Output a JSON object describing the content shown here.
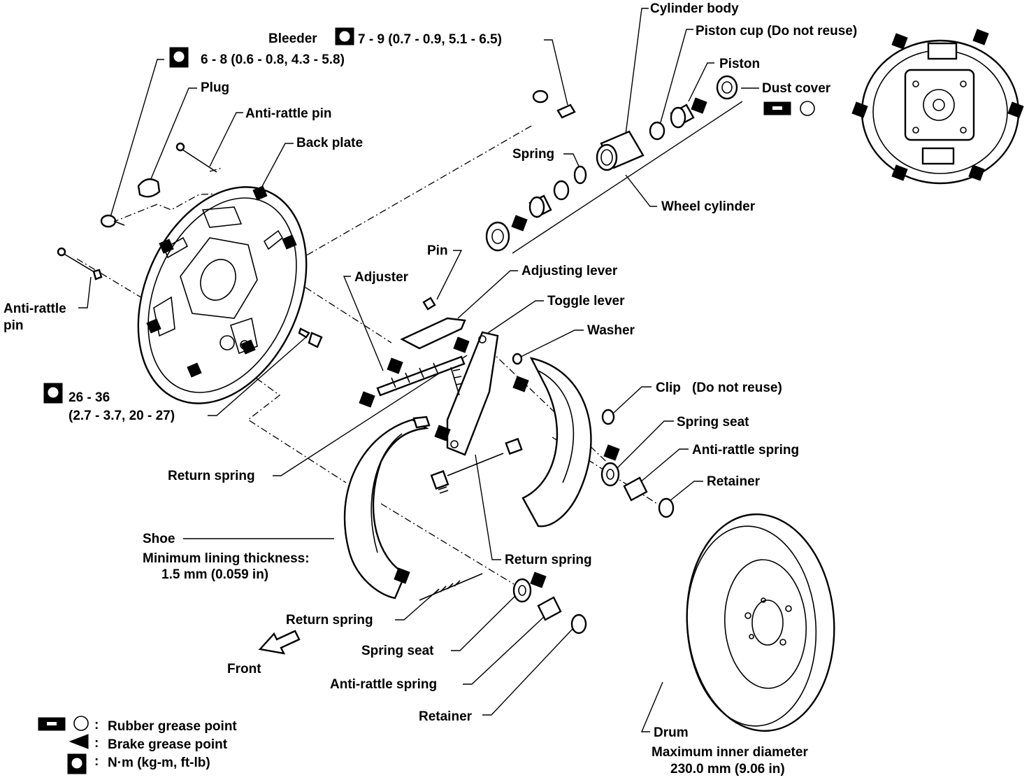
{
  "labels": {
    "cylinder_body": "Cylinder body",
    "bleeder": "Bleeder",
    "bleeder_torque": "7 - 9 (0.7 - 0.9, 5.1 - 6.5)",
    "piston_cup": "Piston cup (Do not reuse)",
    "piston": "Piston",
    "dust_cover": "Dust cover",
    "bolt_torque": "6 - 8 (0.6 - 0.8, 4.3 - 5.8)",
    "plug": "Plug",
    "anti_rattle_pin_top": "Anti-rattle pin",
    "back_plate": "Back plate",
    "spring": "Spring",
    "wheel_cylinder": "Wheel cylinder",
    "pin": "Pin",
    "adjusting_lever": "Adjusting lever",
    "adjuster": "Adjuster",
    "toggle_lever": "Toggle lever",
    "anti_rattle_pin_left_1": "Anti-rattle",
    "anti_rattle_pin_left_2": "pin",
    "washer": "Washer",
    "clip": "Clip",
    "clip_note": "(Do not reuse)",
    "mount_torque_1": "26 - 36",
    "mount_torque_2": "(2.7 - 3.7, 20 - 27)",
    "spring_seat_right": "Spring seat",
    "anti_rattle_spring_right": "Anti-rattle spring",
    "return_spring_upper": "Return spring",
    "retainer_right": "Retainer",
    "shoe": "Shoe",
    "min_lining_1": "Minimum lining thickness:",
    "min_lining_2": "1.5 mm (0.059 in)",
    "return_spring_middle": "Return spring",
    "return_spring_lower": "Return spring",
    "spring_seat_lower": "Spring seat",
    "front": "Front",
    "anti_rattle_spring_lower": "Anti-rattle spring",
    "retainer_lower": "Retainer",
    "drum": "Drum",
    "max_inner_1": "Maximum inner diameter",
    "max_inner_2": "230.0 mm (9.06 in)"
  },
  "legend": {
    "rubber_grease": "Rubber grease point",
    "brake_grease": "Brake grease point",
    "torque_unit": "N·m (kg-m, ft-lb)",
    "separator": ":"
  },
  "icons": [
    "torque-wrench-icon",
    "rubber-grease-icon",
    "brake-grease-arrow-icon",
    "front-arrow-icon"
  ]
}
